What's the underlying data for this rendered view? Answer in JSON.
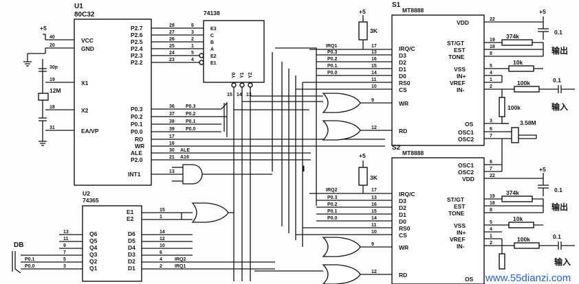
{
  "u1": {
    "ref": "U1",
    "part": "80C32",
    "left_pins": [
      {
        "num": "40",
        "name": "VCC"
      },
      {
        "num": "20",
        "name": "GND"
      },
      {
        "num": "19",
        "name": "X1"
      },
      {
        "num": "18",
        "name": "X2"
      },
      {
        "num": "31",
        "name": "EA/VP"
      }
    ],
    "p2_pins": [
      {
        "name": "P2.7",
        "num": "28"
      },
      {
        "name": "P2.6",
        "num": "27"
      },
      {
        "name": "P2.5",
        "num": "26"
      },
      {
        "name": "P2.4",
        "num": "25"
      },
      {
        "name": "P2.3",
        "num": "24"
      },
      {
        "name": "P2.2",
        "num": "23"
      }
    ],
    "p0_pins": [
      {
        "name": "P0.3",
        "num": "36",
        "net": "P0.3"
      },
      {
        "name": "P0.2",
        "num": "37",
        "net": "P0.2"
      },
      {
        "name": "P0.1",
        "num": "38",
        "net": "P0.1"
      },
      {
        "name": "P0.0",
        "num": "39",
        "net": "P0.0"
      }
    ],
    "ctrl_pins": [
      {
        "name": "RD",
        "num": "17",
        "net": ""
      },
      {
        "name": "WR",
        "num": "16",
        "net": ""
      },
      {
        "name": "ALE",
        "num": "30",
        "net": "ALE"
      },
      {
        "name": "P2.0",
        "num": "21",
        "net": "A16"
      }
    ],
    "int_pin": {
      "name": "INT1",
      "num": "13"
    },
    "vcc_label": "+5",
    "xtal_label": "12M",
    "cap_label": "30p"
  },
  "dec": {
    "ref": "74138",
    "in_pins": [
      {
        "num": "6",
        "name": "E3"
      },
      {
        "num": "3",
        "name": "C"
      },
      {
        "num": "2",
        "name": "B"
      },
      {
        "num": "1",
        "name": "A"
      },
      {
        "num": "5",
        "name": "E2"
      },
      {
        "num": "4",
        "name": "E1"
      }
    ],
    "out_pins": [
      "Y0",
      "Y1",
      "Y2"
    ],
    "out_nums": [
      "15",
      "14",
      "13"
    ]
  },
  "u2": {
    "ref": "U2",
    "part": "74365",
    "enable": [
      {
        "name": "E1",
        "num": "15"
      },
      {
        "name": "E2",
        "num": "1"
      }
    ],
    "q_pins": [
      {
        "name": "Q6",
        "num": "13"
      },
      {
        "name": "Q5",
        "num": "11"
      },
      {
        "name": "Q4",
        "num": "9"
      },
      {
        "name": "Q3",
        "num": "7"
      },
      {
        "name": "Q2",
        "num": "5"
      },
      {
        "name": "Q1",
        "num": "3"
      }
    ],
    "d_pins": [
      {
        "name": "D6",
        "num": "14"
      },
      {
        "name": "D5",
        "num": "12"
      },
      {
        "name": "D4",
        "num": "10"
      },
      {
        "name": "D3",
        "num": "6"
      },
      {
        "name": "D2",
        "num": "4",
        "net": "IRQ2"
      },
      {
        "name": "D1",
        "num": "2",
        "net": "IRQ1"
      }
    ],
    "bus_label": "DB",
    "bus_nets": [
      "P0.1",
      "P0.0"
    ]
  },
  "s1": {
    "ref": "S1",
    "part": "MT8888",
    "left_pins": [
      {
        "name": "IRQ/C",
        "num": "17",
        "net": "IRQ1"
      },
      {
        "name": "D3",
        "num": "13",
        "net": "P0.3"
      },
      {
        "name": "D2",
        "num": "16",
        "net": "P0.2"
      },
      {
        "name": "D1",
        "num": "15",
        "net": "P0.1"
      },
      {
        "name": "D0",
        "num": "14",
        "net": "P0.0"
      },
      {
        "name": "RS0",
        "num": "11",
        "net": ""
      },
      {
        "name": "CS",
        "num": "10",
        "net": ""
      }
    ],
    "wr": {
      "name": "WR",
      "num": "9"
    },
    "rd": {
      "name": "RD",
      "num": "12"
    },
    "right_pins": [
      {
        "name": "VDD",
        "num": "22"
      },
      {
        "name": "ST/GT",
        "num": "19"
      },
      {
        "name": "EST",
        "num": "18"
      },
      {
        "name": "TONE",
        "num": "8"
      },
      {
        "name": "VSS",
        "num": "5"
      },
      {
        "name": "IN+",
        "num": "4"
      },
      {
        "name": "VREF",
        "num": "1"
      },
      {
        "name": "IN-",
        "num": "2"
      },
      {
        "name": "OS",
        "num": "3"
      },
      {
        "name": "OSC1",
        "num": "6"
      },
      {
        "name": "OSC2",
        "num": "7"
      }
    ],
    "pullup": "3K",
    "vcc": "+5",
    "r1": "374k",
    "r2": "10k",
    "r3": "100k",
    "r4": "100k",
    "cap": "0.1",
    "cap2": "0.1",
    "xtal": "3.58M",
    "out_label": "输出",
    "in_label": "输入"
  },
  "s2": {
    "ref": "S2",
    "part": "MT8888",
    "top_pins": [
      {
        "name": "OSC1",
        "num": "6"
      },
      {
        "name": "OSC2",
        "num": "7"
      },
      {
        "name": "VDD",
        "num": "22"
      }
    ],
    "left_pins": [
      {
        "name": "IRQ/C",
        "num": "17",
        "net": "IRQ2"
      },
      {
        "name": "D3",
        "num": "13",
        "net": "P0.3"
      },
      {
        "name": "D2",
        "num": "16",
        "net": "P0.2"
      },
      {
        "name": "D1",
        "num": "15",
        "net": "P0.1"
      },
      {
        "name": "D0",
        "num": "14",
        "net": "P0.0"
      },
      {
        "name": "RS0",
        "num": "11",
        "net": ""
      },
      {
        "name": "CS",
        "num": "10",
        "net": ""
      }
    ],
    "wr": {
      "name": "WR",
      "num": "9"
    },
    "rd": {
      "name": "RD",
      "num": "12"
    },
    "right_pins": [
      {
        "name": "ST/GT",
        "num": "19"
      },
      {
        "name": "EST",
        "num": "18"
      },
      {
        "name": "TONE",
        "num": "8"
      },
      {
        "name": "VSS",
        "num": "5"
      },
      {
        "name": "IN+",
        "num": "4"
      },
      {
        "name": "VREF",
        "num": "1"
      },
      {
        "name": "IN-",
        "num": "2"
      },
      {
        "name": "OS",
        "num": ""
      }
    ],
    "pullup": "3K",
    "vcc": "+5",
    "r1": "374k",
    "r2": "10k",
    "r3": "100k",
    "cap": "0.1",
    "cap2": "0.1",
    "out_label": "输出",
    "in_label": "输入"
  },
  "watermark": "www.55dianzi.com"
}
